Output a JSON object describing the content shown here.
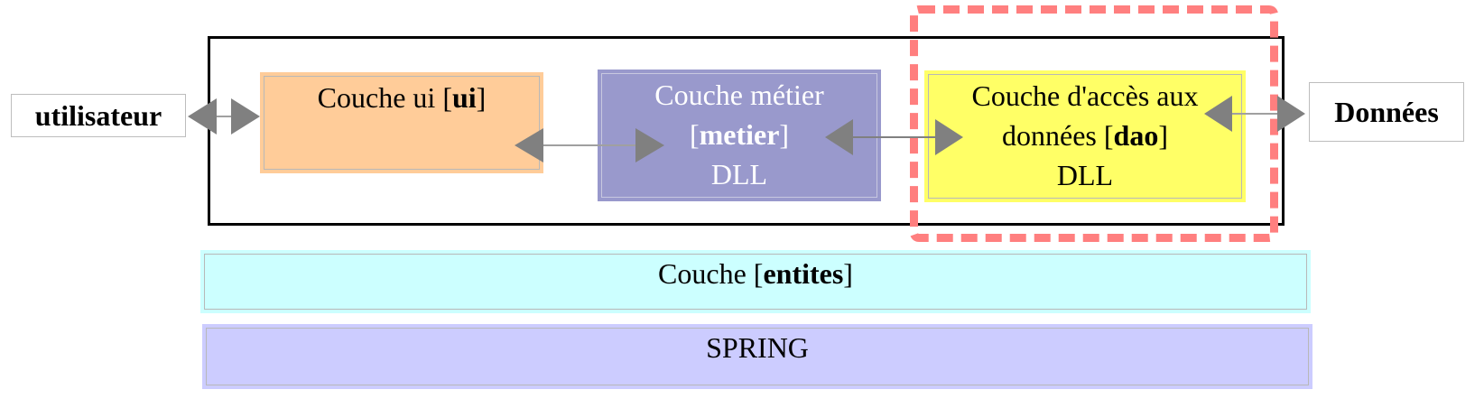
{
  "diagram": {
    "user_label": "utilisateur",
    "data_label": "Données",
    "layers": {
      "ui": {
        "prefix": "Couche ui [",
        "bold": "ui",
        "suffix": "]"
      },
      "metier": {
        "line1": "Couche métier",
        "open": "[",
        "bold": "metier",
        "close": "]",
        "line3": "DLL"
      },
      "dao": {
        "line1": "Couche d'accès aux",
        "line2_prefix": "données [",
        "bold": "dao",
        "line2_suffix": "]",
        "line3": "DLL"
      },
      "entites": {
        "prefix": "Couche [",
        "bold": "entites",
        "suffix": "]"
      },
      "spring": {
        "label": "SPRING"
      }
    },
    "colors": {
      "ui": "#ffcc99",
      "metier": "#9999cc",
      "dao": "#ffff66",
      "entites": "#ccffff",
      "spring": "#ccccff",
      "highlight": "#ff7f7f",
      "arrow": "#808080"
    },
    "connections": [
      {
        "from": "utilisateur",
        "to": "ui",
        "bidirectional": true
      },
      {
        "from": "ui",
        "to": "metier",
        "bidirectional": true
      },
      {
        "from": "metier",
        "to": "dao",
        "bidirectional": true
      },
      {
        "from": "dao",
        "to": "Données",
        "bidirectional": true
      }
    ]
  }
}
